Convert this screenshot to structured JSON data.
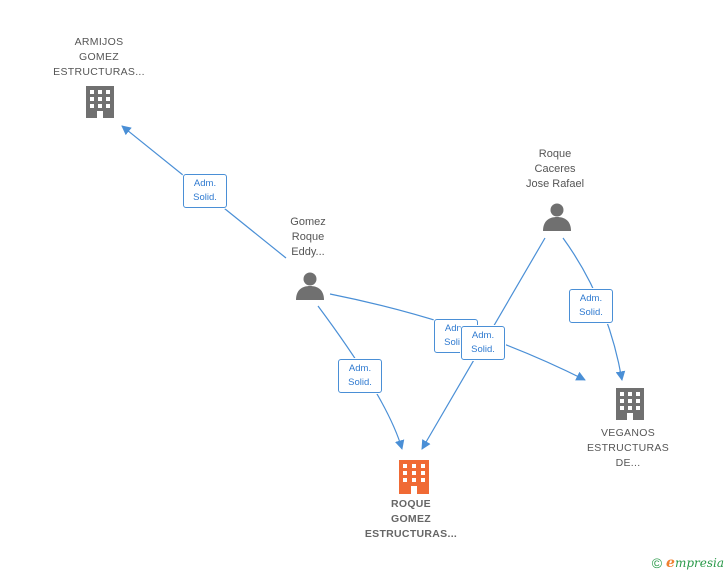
{
  "nodes": {
    "armijos": {
      "type": "company",
      "lines": [
        "ARMIJOS",
        "GOMEZ",
        "ESTRUCTURAS..."
      ],
      "color": "#707070"
    },
    "gomez": {
      "type": "person",
      "lines": [
        "Gomez",
        "Roque",
        "Eddy..."
      ],
      "color": "#707070"
    },
    "roque_caceres": {
      "type": "person",
      "lines": [
        "Roque",
        "Caceres",
        "Jose Rafael"
      ],
      "color": "#707070"
    },
    "veganos": {
      "type": "company",
      "lines": [
        "VEGANOS",
        "ESTRUCTURAS",
        "DE..."
      ],
      "color": "#707070"
    },
    "roque_gomez": {
      "type": "company-focus",
      "lines": [
        "ROQUE",
        "GOMEZ",
        "ESTRUCTURAS..."
      ],
      "color": "#f06a35"
    }
  },
  "relations": [
    {
      "id": "r1",
      "from": "gomez",
      "to": "armijos",
      "label": [
        "Adm.",
        "Solid."
      ]
    },
    {
      "id": "r2",
      "from": "gomez",
      "to": "roque_gomez",
      "label": [
        "Adm.",
        "Solid."
      ]
    },
    {
      "id": "r3",
      "from": "gomez",
      "to": "veganos",
      "label": [
        "Adm.",
        "Solid."
      ]
    },
    {
      "id": "r4",
      "from": "roque_caceres",
      "to": "roque_gomez",
      "label": [
        "Adm.",
        "Solid."
      ]
    },
    {
      "id": "r5",
      "from": "roque_caceres",
      "to": "veganos",
      "label": [
        "Adm.",
        "Solid."
      ]
    }
  ],
  "colors": {
    "edge": "#4a8fd6",
    "icon_gray": "#707070",
    "icon_focus": "#f06a35"
  },
  "footer": {
    "copyright": "©",
    "brand_initial": "e",
    "brand_rest": "mpresia"
  }
}
